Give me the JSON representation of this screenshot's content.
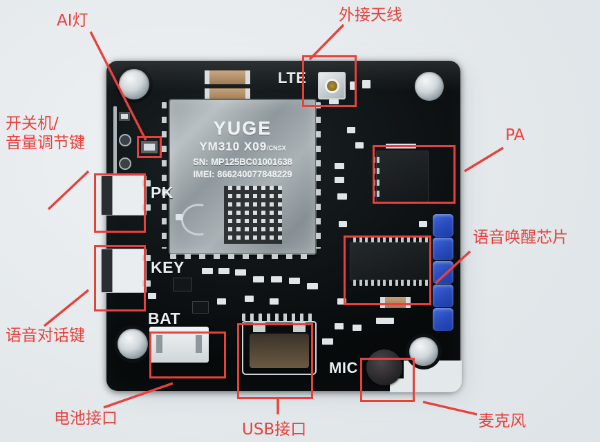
{
  "scene": {
    "subject": "annotated printed circuit board photograph",
    "background_color": "#e3e8eb",
    "annotation_color": "#e8413c",
    "board_color": "#0b1012"
  },
  "module": {
    "brand": "YUGE",
    "model": "YM310 X09",
    "model_suffix": "/CNSX",
    "sn": "SN: MP125BC01001638",
    "imei": "IMEI: 866240077848229"
  },
  "silkscreen": [
    {
      "text": "LTE",
      "name": "silk-lte"
    },
    {
      "text": "PK",
      "name": "silk-pk"
    },
    {
      "text": "KEY",
      "name": "silk-key"
    },
    {
      "text": "BAT",
      "name": "silk-bat"
    },
    {
      "text": "MIC",
      "name": "silk-mic"
    }
  ],
  "annotations": [
    {
      "id": "ai-light",
      "label": "AI灯",
      "name": "annotation-ai-light"
    },
    {
      "id": "ext-antenna",
      "label": "外接天线",
      "name": "annotation-external-antenna"
    },
    {
      "id": "power-volume",
      "label": "开关机/\n音量调节键",
      "label_line1": "开关机/",
      "label_line2": "音量调节键",
      "name": "annotation-power-volume-key"
    },
    {
      "id": "pa",
      "label": "PA",
      "name": "annotation-pa"
    },
    {
      "id": "voice-wake-chip",
      "label": "语音唤醒芯片",
      "name": "annotation-voice-wakeup-chip"
    },
    {
      "id": "voice-talk-key",
      "label": "语音对话键",
      "name": "annotation-voice-talk-key"
    },
    {
      "id": "battery-port",
      "label": "电池接口",
      "name": "annotation-battery-connector"
    },
    {
      "id": "usb-port",
      "label": "USB接口",
      "name": "annotation-usb-connector"
    },
    {
      "id": "microphone",
      "label": "麦克风",
      "name": "annotation-microphone"
    }
  ]
}
